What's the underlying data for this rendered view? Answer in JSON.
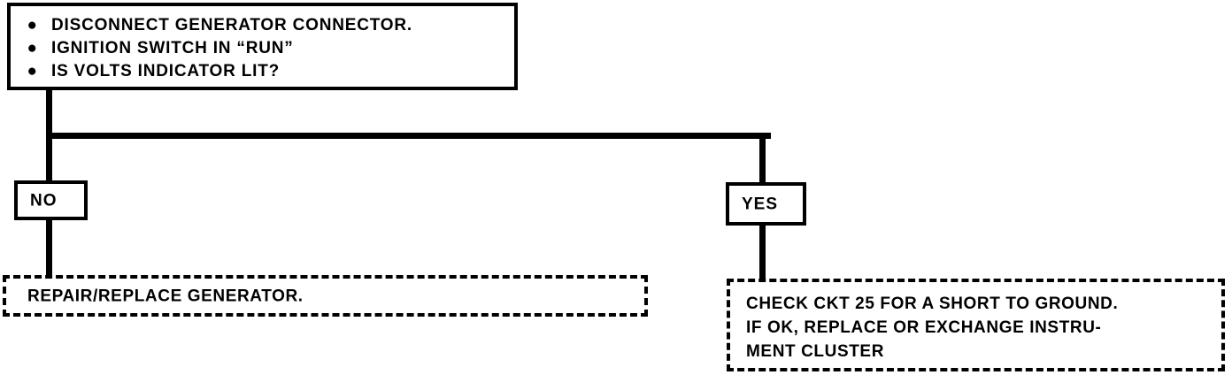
{
  "diagram": {
    "type": "flowchart",
    "title": "Generator / Volts Indicator Diagnostic Flowchart",
    "colors": {
      "line": "#000000",
      "background": "#ffffff",
      "text": "#000000"
    }
  },
  "question_box": {
    "name": "diagnostic-check-steps",
    "bullet_glyph": "●",
    "items": [
      {
        "text": "DISCONNECT GENERATOR CONNECTOR."
      },
      {
        "text": "IGNITION SWITCH IN “RUN”"
      },
      {
        "text": "IS VOLTS INDICATOR LIT?"
      }
    ]
  },
  "branches": {
    "no": {
      "label": "NO",
      "action_lines": [
        "REPAIR/REPLACE GENERATOR."
      ]
    },
    "yes": {
      "label": "YES",
      "action_lines": [
        "CHECK CKT 25 FOR A SHORT TO GROUND.",
        "IF OK, REPLACE OR EXCHANGE INSTRU-",
        "MENT CLUSTER"
      ]
    }
  }
}
